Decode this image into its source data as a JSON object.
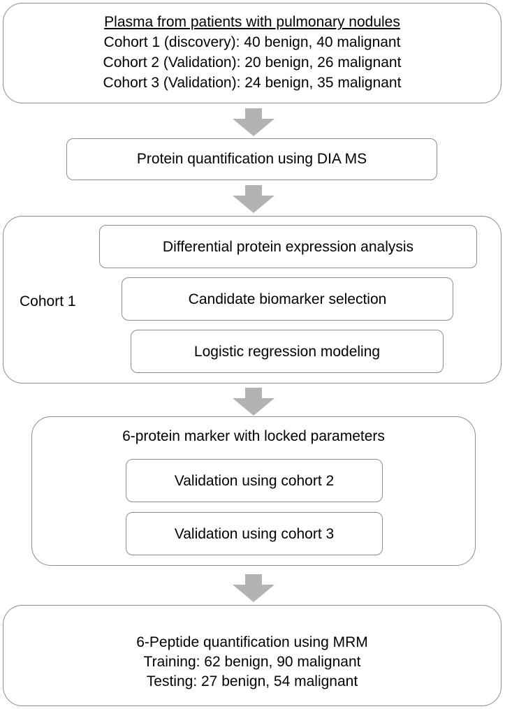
{
  "box1": {
    "title": "Plasma from patients with pulmonary nodules",
    "lines": [
      "Cohort 1 (discovery): 40 benign, 40 malignant",
      "Cohort 2 (Validation): 20 benign, 26 malignant",
      "Cohort 3 (Validation): 24 benign, 35 malignant"
    ]
  },
  "box2": {
    "label": "Protein quantification using DIA MS"
  },
  "box3": {
    "side_label": "Cohort 1",
    "steps": [
      "Differential protein expression analysis",
      "Candidate biomarker selection",
      "Logistic regression modeling"
    ]
  },
  "box4": {
    "title": "6-protein marker with locked parameters",
    "steps": [
      "Validation using cohort 2",
      "Validation using cohort 3"
    ]
  },
  "box5": {
    "lines": [
      "6-Peptide quantification using MRM",
      "Training: 62 benign, 90 malignant",
      "Testing: 27 benign, 54 malignant"
    ]
  },
  "colors": {
    "border": "#8c8c8c",
    "arrow": "#b3b3b3"
  }
}
